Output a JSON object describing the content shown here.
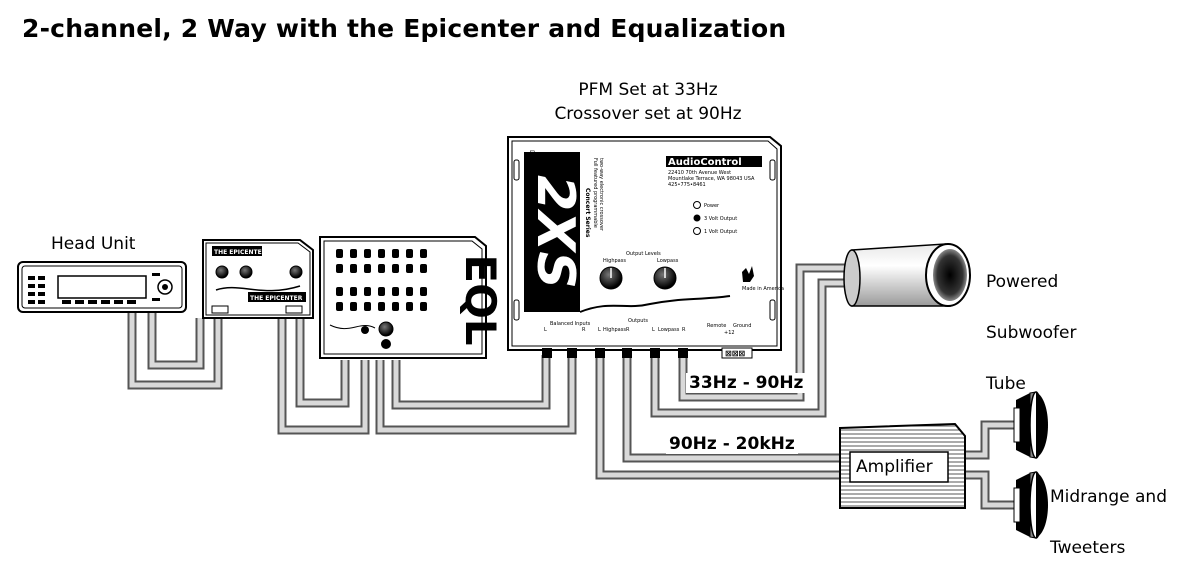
{
  "title": "2-channel, 2 Way with the Epicenter and Equalization",
  "labels": {
    "head_unit": "Head Unit",
    "pfm": "PFM Set at 33Hz",
    "crossover": "Crossover set at 90Hz",
    "powered_sub_line1": "Powered",
    "powered_sub_line2": "Subwoofer",
    "powered_sub_line3": "Tube",
    "midrange_line1": "Midrange and",
    "midrange_line2": "Tweeters",
    "amplifier": "Amplifier",
    "sub_band": "33Hz - 90Hz",
    "mid_band": "90Hz - 20kHz"
  },
  "epicenter": {
    "brand_top": "THE EPICENTER",
    "brand_bottom": "THE EPICENTER"
  },
  "eql": {
    "name": "EQL"
  },
  "xs2": {
    "name": "2XS",
    "tag": "Dm",
    "series": "Concert Series",
    "subtitle_1": "Full featured programmable",
    "subtitle_2": "two-way electronic crossover",
    "brand": "AudioControl",
    "addr_1": "22410 70th Avenue West",
    "addr_2": "Mountlake Terrace, WA 98043 USA",
    "addr_3": "425•775•8461",
    "led_power": "Power",
    "led_3volt": "3 Volt Output",
    "led_1volt": "1 Volt Output",
    "output_levels": "Output Levels",
    "highpass": "Highpass",
    "lowpass": "Lowpass",
    "balanced_inputs": "Balanced Inputs",
    "outputs": "Outputs",
    "in_l": "L",
    "in_r": "R",
    "hp_l": "L",
    "hp_label": "Highpass",
    "hp_r": "R",
    "lp_l": "L",
    "lp_label": "Lowpass",
    "lp_r": "R",
    "remote": "Remote",
    "ground": "Ground",
    "plus12": "+12",
    "made_in": "Made in America"
  }
}
